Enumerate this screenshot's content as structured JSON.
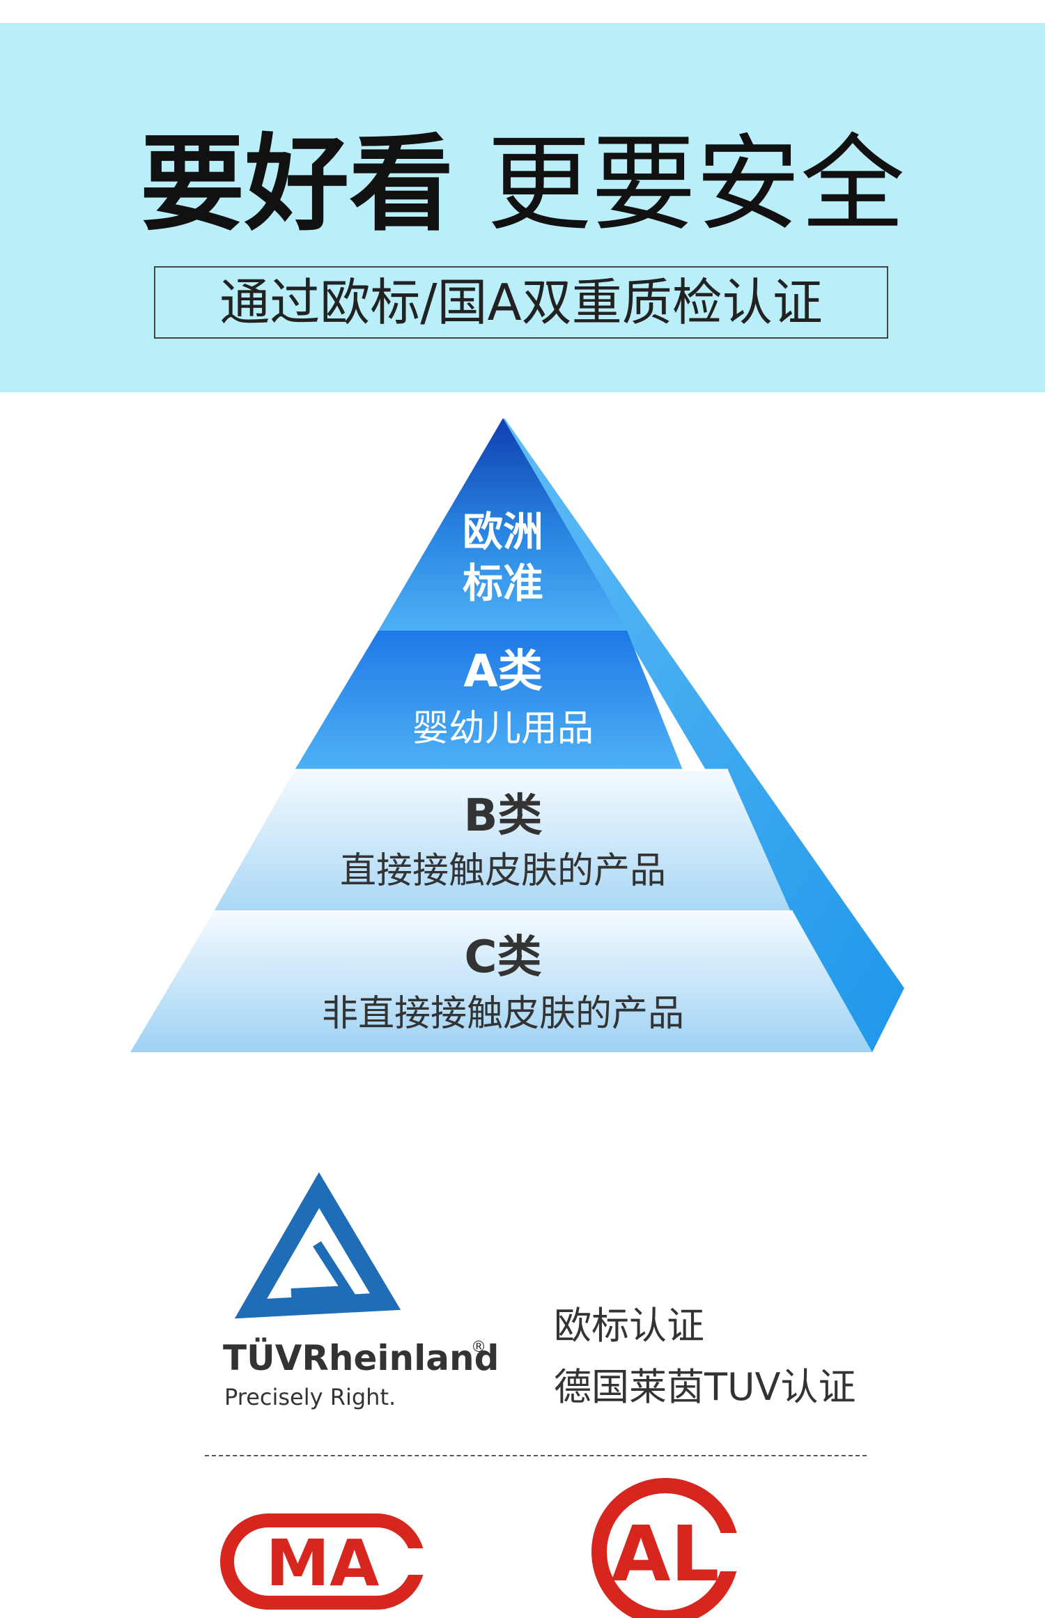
{
  "header": {
    "headline_bold": "要好看",
    "headline_light": "更要安全",
    "subtitle": "通过欧标/国A双重质检认证"
  },
  "pyramid": {
    "tiers": [
      {
        "line1": "欧洲",
        "line2": "标准"
      },
      {
        "title": "A类",
        "desc": "婴幼儿用品"
      },
      {
        "title": "B类",
        "desc": "直接接触皮肤的产品"
      },
      {
        "title": "C类",
        "desc": "非直接接触皮肤的产品"
      }
    ]
  },
  "certifications": {
    "tuv_logo_text": "TÜVRheinland",
    "tuv_logo_reg": "®",
    "tuv_slogan": "Precisely Right.",
    "line1": "欧标认证",
    "line2": "德国莱茵TUV认证",
    "cma_logo_text": "MA",
    "cal_logo_text": "AL"
  },
  "colors": {
    "band": "#baeef8",
    "pyramid_top": "#1a5fc8",
    "pyramid_side": "#3aa6f0",
    "tier_light": "#cfe8f8",
    "logo_blue": "#1f6db6",
    "logo_red": "#d7261e"
  }
}
